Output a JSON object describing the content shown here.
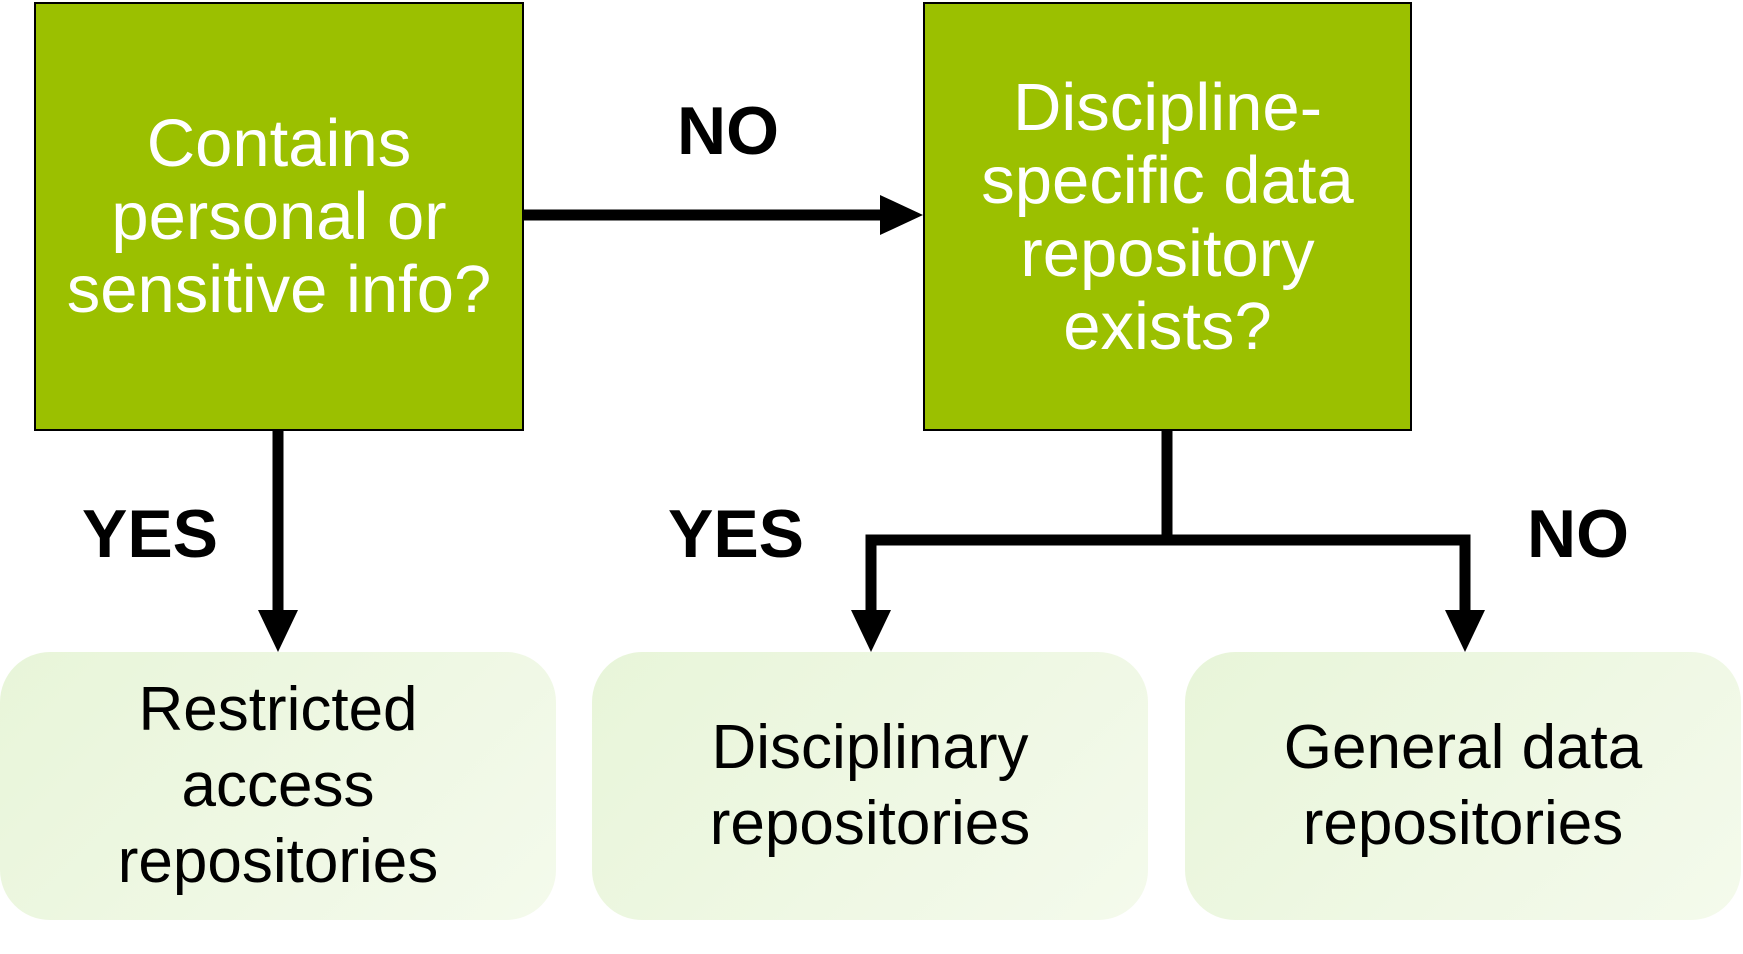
{
  "decisions": {
    "personal": "Contains\npersonal or\nsensitive info?",
    "discipline": "Discipline-\nspecific data\nrepository\nexists?"
  },
  "labels": {
    "no_top": "NO",
    "yes_left": "YES",
    "yes_mid": "YES",
    "no_right": "NO"
  },
  "outcomes": {
    "restricted": "Restricted\naccess\nrepositories",
    "disciplinary": "Disciplinary\nrepositories",
    "general": "General data\nrepositories"
  },
  "colors": {
    "decision": "#9bc000",
    "outcome": "#eaf6dc"
  }
}
